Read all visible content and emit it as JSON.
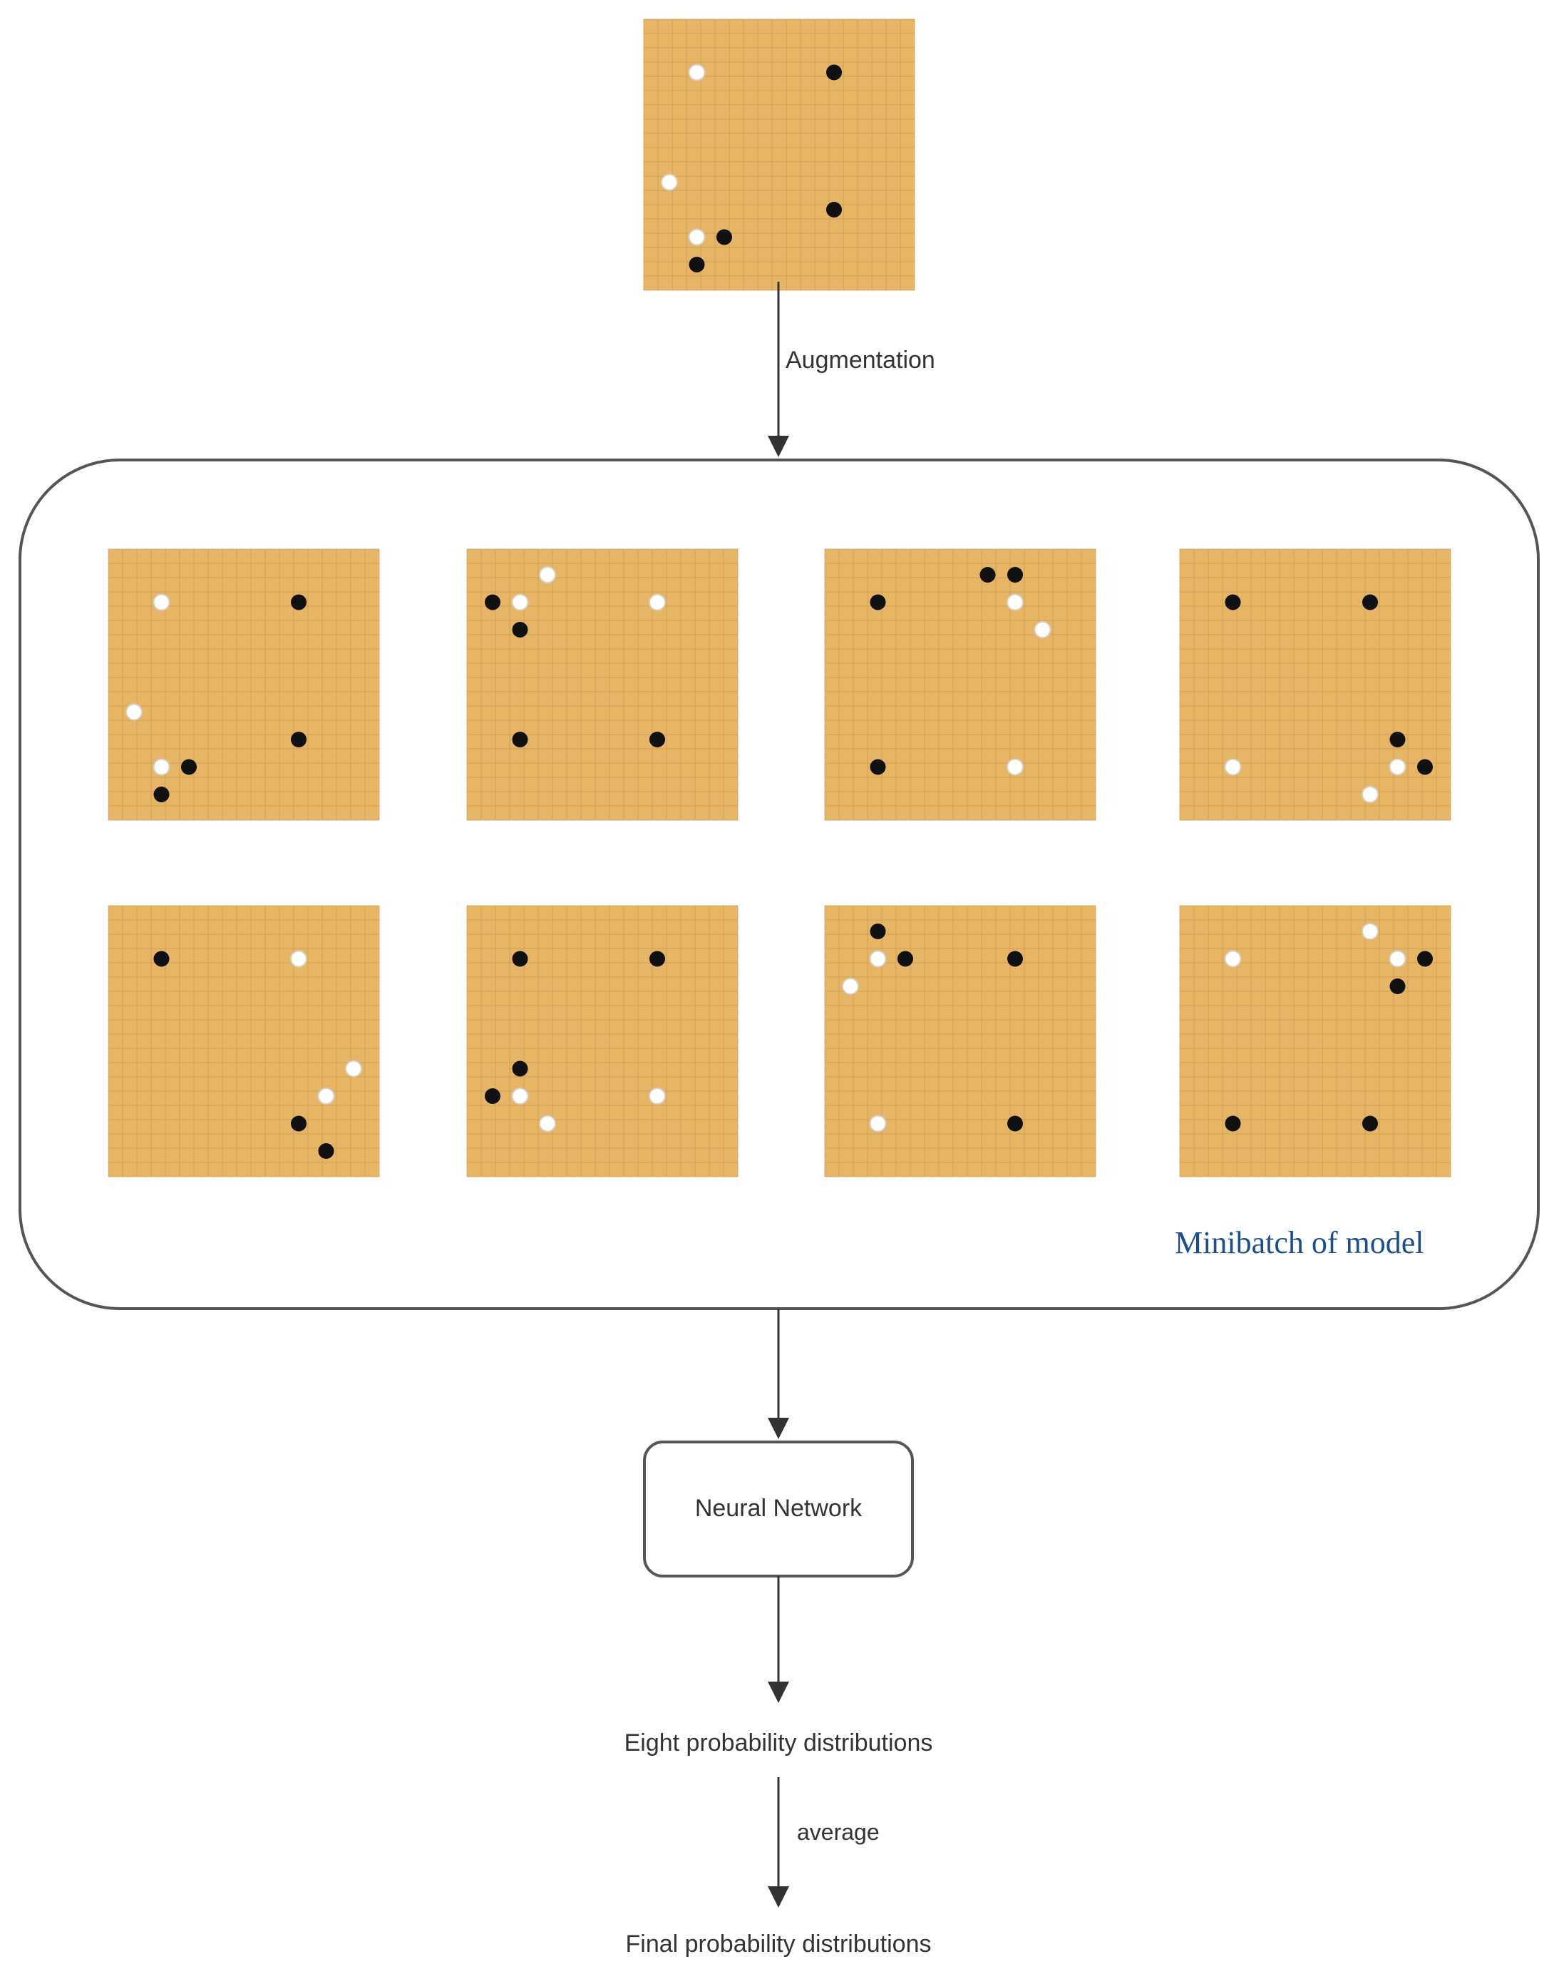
{
  "labels": {
    "augmentation": "Augmentation",
    "minibatch": "Minibatch of model",
    "network": "Neural Network",
    "eight": "Eight probability distributions",
    "average": "average",
    "final": "Final probability distributions"
  },
  "colors": {
    "board": "#E6B566",
    "grid": "#C8974A",
    "black_stone": "#111111",
    "white_stone": "#ffffff",
    "minibatch_text": "#1b4f8a"
  },
  "board_size": 9,
  "boards": [
    {
      "id": "original",
      "black": [
        [
          6,
          1
        ],
        [
          6,
          6
        ],
        [
          2,
          7
        ],
        [
          1,
          8
        ]
      ],
      "white": [
        [
          1,
          1
        ],
        [
          0,
          5
        ],
        [
          1,
          7
        ]
      ]
    },
    {
      "id": "aug-1",
      "black": [
        [
          6,
          1
        ],
        [
          6,
          6
        ],
        [
          2,
          7
        ],
        [
          1,
          8
        ]
      ],
      "white": [
        [
          1,
          1
        ],
        [
          0,
          5
        ],
        [
          1,
          7
        ]
      ]
    },
    {
      "id": "aug-2",
      "black": [
        [
          0,
          1
        ],
        [
          1,
          2
        ],
        [
          1,
          6
        ],
        [
          6,
          6
        ]
      ],
      "white": [
        [
          2,
          0
        ],
        [
          1,
          1
        ],
        [
          6,
          1
        ]
      ]
    },
    {
      "id": "aug-3",
      "black": [
        [
          1,
          1
        ],
        [
          5,
          0
        ],
        [
          6,
          0
        ],
        [
          1,
          7
        ]
      ],
      "white": [
        [
          6,
          1
        ],
        [
          7,
          2
        ],
        [
          6,
          7
        ]
      ]
    },
    {
      "id": "aug-4",
      "black": [
        [
          1,
          1
        ],
        [
          6,
          1
        ],
        [
          7,
          6
        ],
        [
          8,
          7
        ]
      ],
      "white": [
        [
          1,
          7
        ],
        [
          7,
          7
        ],
        [
          6,
          8
        ]
      ]
    },
    {
      "id": "aug-5",
      "black": [
        [
          1,
          1
        ],
        [
          6,
          1
        ],
        [
          6,
          7
        ],
        [
          7,
          8
        ]
      ],
      "white": [
        [
          6,
          1
        ],
        [
          8,
          5
        ],
        [
          7,
          6
        ]
      ]
    },
    {
      "id": "aug-6",
      "black": [
        [
          1,
          1
        ],
        [
          6,
          1
        ],
        [
          1,
          5
        ],
        [
          0,
          6
        ]
      ],
      "white": [
        [
          1,
          6
        ],
        [
          2,
          7
        ],
        [
          6,
          6
        ]
      ]
    },
    {
      "id": "aug-7",
      "black": [
        [
          1,
          0
        ],
        [
          2,
          1
        ],
        [
          6,
          1
        ],
        [
          6,
          7
        ]
      ],
      "white": [
        [
          1,
          1
        ],
        [
          0,
          2
        ],
        [
          1,
          7
        ]
      ]
    },
    {
      "id": "aug-8",
      "black": [
        [
          8,
          1
        ],
        [
          7,
          2
        ],
        [
          1,
          7
        ],
        [
          6,
          7
        ]
      ],
      "white": [
        [
          1,
          1
        ],
        [
          6,
          0
        ],
        [
          7,
          1
        ]
      ]
    }
  ]
}
